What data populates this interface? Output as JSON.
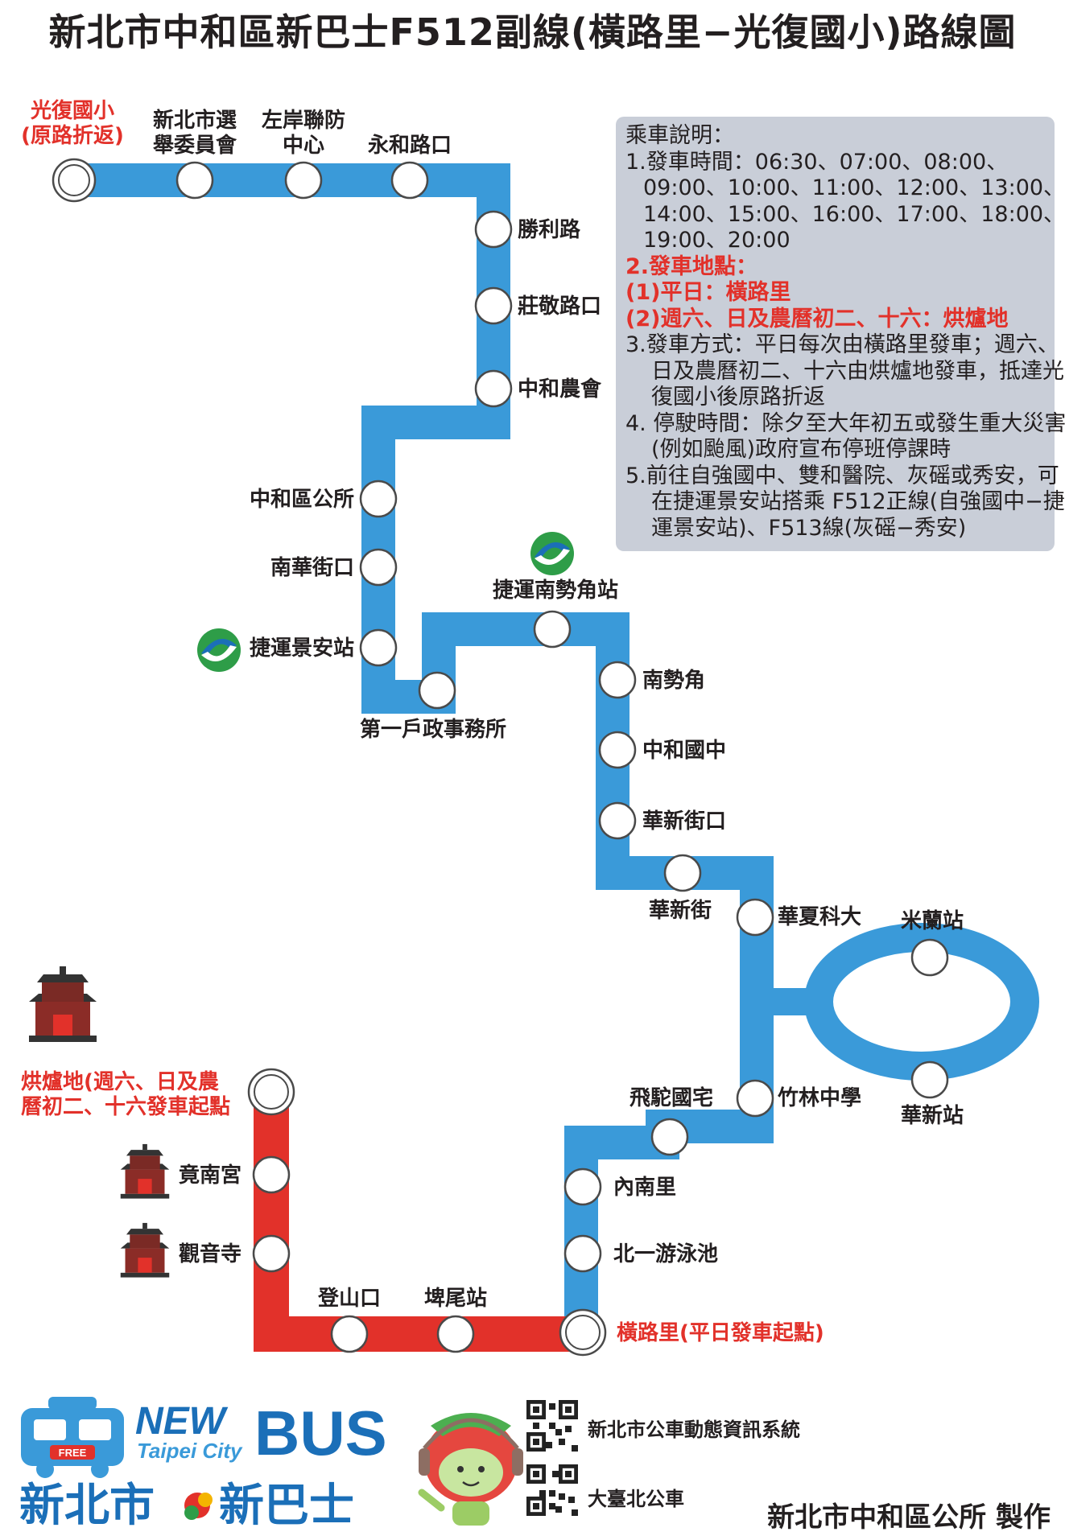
{
  "title": "新北市中和區新巴士F512副線(橫路里−光復國小)路線圖",
  "colors": {
    "blue_route": "#3a9ad9",
    "red_route": "#e2312a",
    "label_red": "#e2312a",
    "info_bg": "#c9ced8"
  },
  "stops": {
    "guangfu": [
      "光復國小",
      "(原路折返)"
    ],
    "election": [
      "新北市選",
      "舉委員會"
    ],
    "zuoan": [
      "左岸聯防",
      "中心"
    ],
    "yonghe_rd": "永和路口",
    "shengli": "勝利路",
    "zhuangjing": "莊敬路口",
    "zhonghe_farm": "中和農會",
    "district_office": "中和區公所",
    "nanhua": "南華街口",
    "mrt_jingan": "捷運景安站",
    "land_office": "第一戶政事務所",
    "mrt_nanshijiao": "捷運南勢角站",
    "nanshijiao": "南勢角",
    "zhonghe_jh": "中和國中",
    "huaxin_st_entry": "華新街口",
    "huaxin_st": "華新街",
    "hwh_univ": "華夏科大",
    "milan": "米蘭站",
    "huaxin_stn": "華新站",
    "zhulin": "竹林中學",
    "feituo": "飛駝國宅",
    "neinan": "內南里",
    "beiyi_pool": "北一游泳池",
    "henglu": "橫路里(平日發車起點)",
    "hongludi": [
      "烘爐地(週六、日及農",
      "曆初二、十六發車起點"
    ],
    "jingnan": "竟南宮",
    "guanyin": "觀音寺",
    "dengshan": "登山口",
    "biwei": "埤尾站"
  },
  "info": {
    "heading": "乘車說明：",
    "l1": "1.發車時間：06:30、07:00、08:00、",
    "l2": "09:00、10:00、11:00、12:00、13:00、",
    "l3": "14:00、15:00、16:00、17:00、18:00、",
    "l4": "19:00、20:00",
    "l5": "2.發車地點：",
    "l6": "(1)平日：橫路里",
    "l7": "(2)週六、日及農曆初二、十六：烘爐地",
    "l8": "3.發車方式：平日每次由橫路里發車；週六、",
    "l9": "日及農曆初二、十六由烘爐地發車，抵達光",
    "l10": "復國小後原路折返",
    "l11": "4. 停駛時間：除夕至大年初五或發生重大災害",
    "l12": "(例如颱風)政府宣布停班停課時",
    "l13": "5.前往自強國中、雙和醫院、灰磘或秀安，可",
    "l14": "在捷運景安站搭乘 F512正線(自強國中−捷",
    "l15": "運景安站)、F513線(灰磘−秀安)"
  },
  "logo": {
    "new": "NEW",
    "bus": "BUS",
    "free": "FREE",
    "city": "Taipei City",
    "cn_left": "新北市",
    "cn_right": "新巴士"
  },
  "qr1_label": "新北市公車動態資訊系統",
  "qr2_label": "大臺北公車",
  "credit": "新北市中和區公所  製作"
}
